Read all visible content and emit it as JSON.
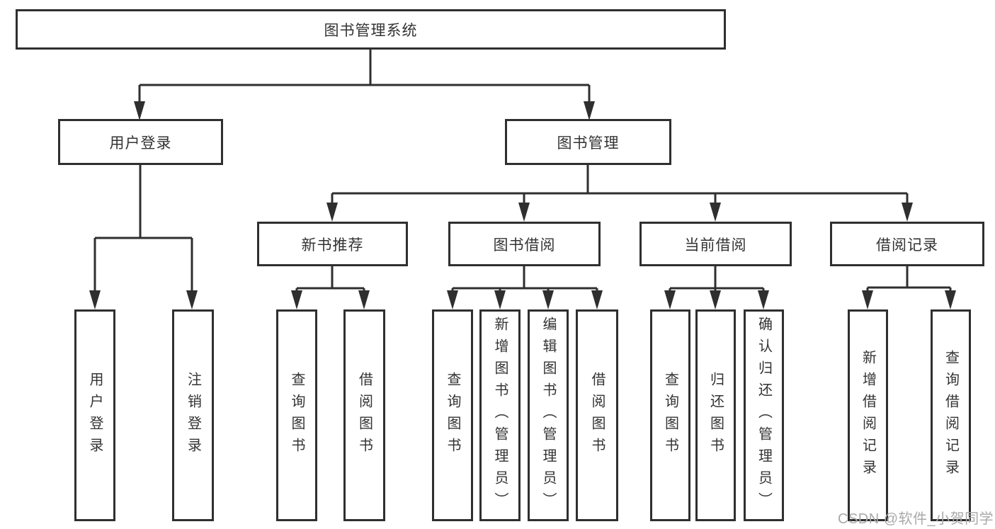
{
  "diagram": {
    "title": "图书管理系统",
    "level2": [
      {
        "label": "用户登录"
      },
      {
        "label": "图书管理"
      }
    ],
    "level3": [
      {
        "label": "新书推荐"
      },
      {
        "label": "图书借阅"
      },
      {
        "label": "当前借阅"
      },
      {
        "label": "借阅记录"
      }
    ],
    "leaves": {
      "user_login": [
        "用户登录",
        "注销登录"
      ],
      "new_books": [
        "查询图书",
        "借阅图书"
      ],
      "book_borrow": [
        "查询图书",
        "新增图书（管理员）",
        "编辑图书（管理员）",
        "借阅图书"
      ],
      "current_borrow": [
        "查询图书",
        "归还图书",
        "确认归还（管理员）"
      ],
      "borrow_records": [
        "新增借阅记录",
        "查询借阅记录"
      ]
    },
    "watermark": "CSDN @软件_小贺同学",
    "colors": {
      "line": "#2f2f2f",
      "text": "#333333",
      "background": "#ffffff",
      "watermark": "#a9a9a9"
    }
  }
}
